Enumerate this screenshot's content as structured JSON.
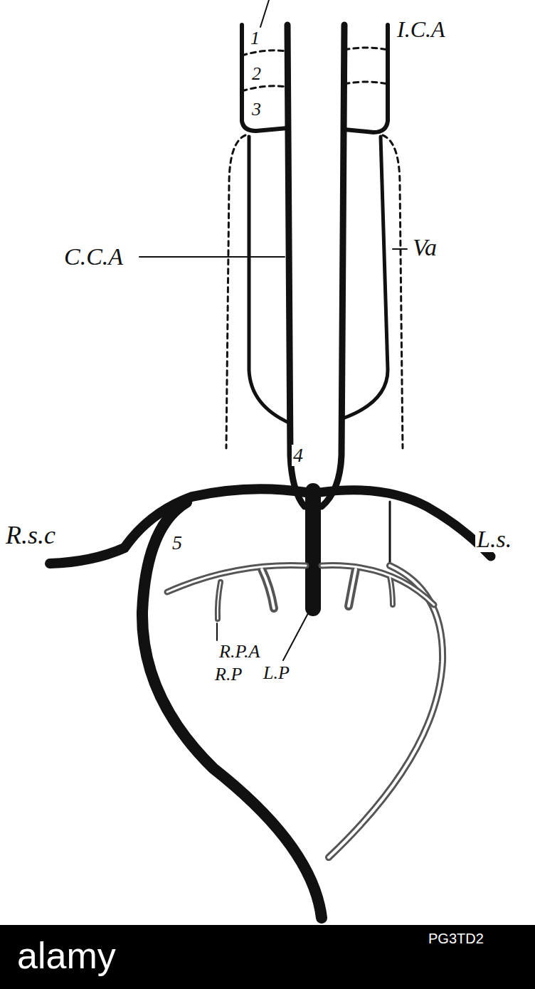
{
  "diagram": {
    "labels": [
      "1",
      "2",
      "3",
      "I.C.A",
      "C.C.A",
      "Va",
      "4",
      "5",
      "R.s.c",
      "L.s.",
      "R.P.A",
      "R.P",
      "L.P",
      "alamy",
      "PG3TD2"
    ]
  }
}
